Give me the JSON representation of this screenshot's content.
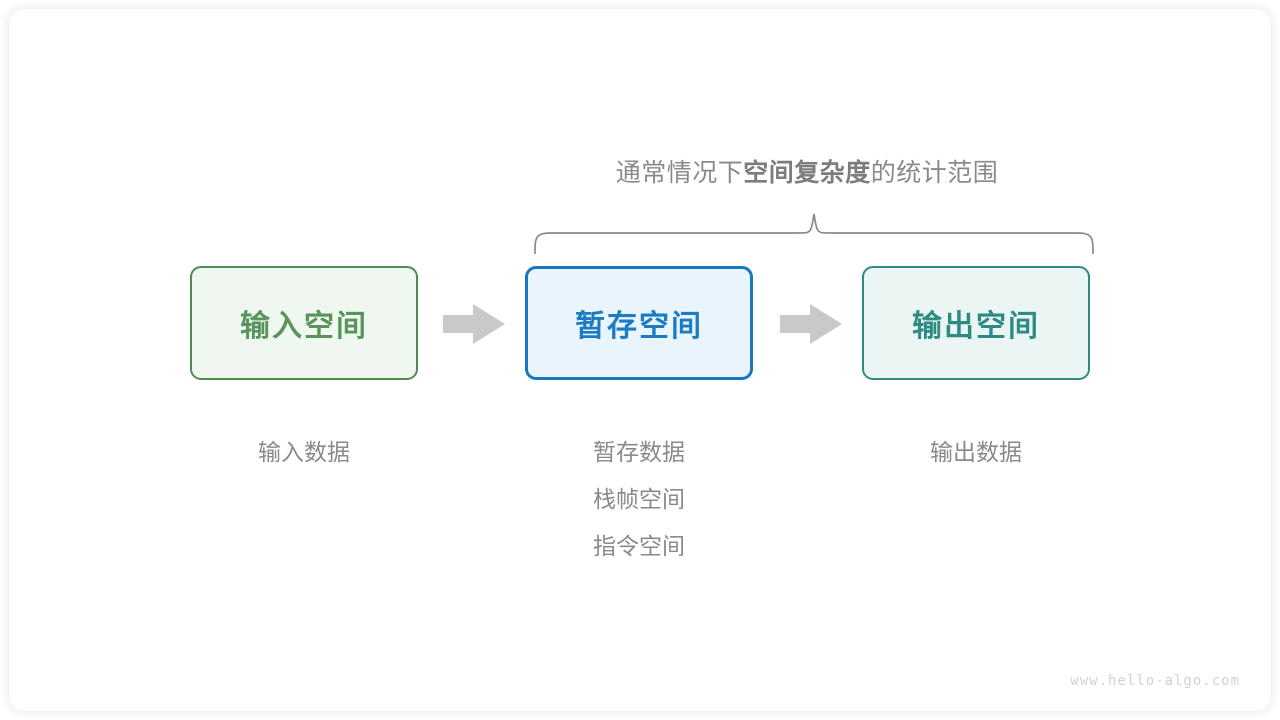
{
  "diagram": {
    "brace_caption": {
      "prefix": "通常情况下",
      "emphasis": "空间复杂度",
      "suffix": "的统计范围"
    },
    "boxes": [
      {
        "label": "输入空间",
        "fill": "#f0f7f0",
        "border": "#4f8c4f",
        "text": "#58945b"
      },
      {
        "label": "暂存空间",
        "fill": "#eaf4fd",
        "border": "#1777c0",
        "text": "#1b7cc4"
      },
      {
        "label": "输出空间",
        "fill": "#ebf5f3",
        "border": "#2e8b84",
        "text": "#2e8b84"
      }
    ],
    "arrows": [
      {
        "name": "arrow-input-to-temp",
        "color": "#c9c9c9"
      },
      {
        "name": "arrow-temp-to-output",
        "color": "#c9c9c9"
      }
    ],
    "captions": {
      "input": [
        "输入数据"
      ],
      "temp": [
        "暂存数据",
        "栈帧空间",
        "指令空间"
      ],
      "output": [
        "输出数据"
      ]
    },
    "brace": {
      "color": "#8a8a8a",
      "spans_boxes": [
        "暂存空间",
        "输出空间"
      ]
    },
    "watermark": "www.hello-algo.com",
    "colors": {
      "background": "#ffffff",
      "caption_text": "#8a8a8a",
      "watermark_text": "#d2d2d2"
    }
  }
}
